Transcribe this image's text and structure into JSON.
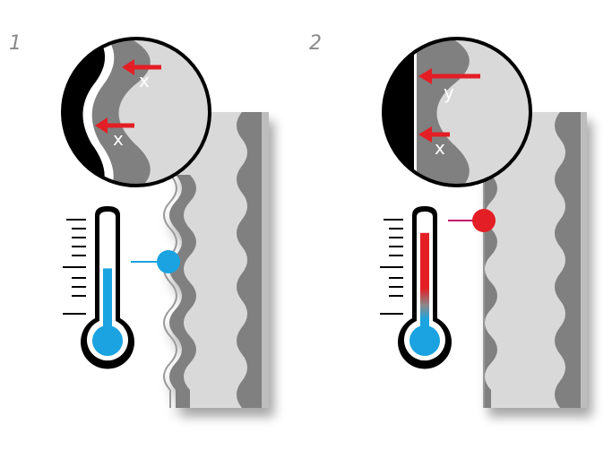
{
  "panels": [
    {
      "number": "1",
      "arrow_labels": [
        "x",
        "x"
      ],
      "thermometer_level": 0.55,
      "thermometer_state": "cold"
    },
    {
      "number": "2",
      "arrow_labels": [
        "y",
        "x"
      ],
      "thermometer_level": 0.85,
      "thermometer_state": "hot"
    }
  ],
  "colors": {
    "cold": "#1aa3e0",
    "hot": "#e31e24",
    "arrow": "#e31e24",
    "material_dark": "#808080",
    "material_light": "#d9d9d9",
    "outline": "#000000"
  },
  "icons": [
    "thermometer-icon",
    "magnifier-circle",
    "arrow-left-icon"
  ]
}
